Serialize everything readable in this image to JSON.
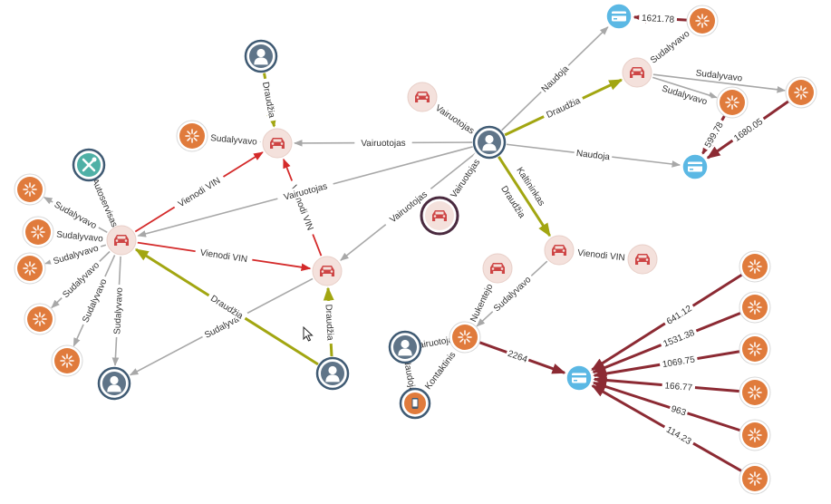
{
  "colors": {
    "person": "#3f5a73",
    "car": "#ce4545",
    "car_bg": "#f4e1dc",
    "event": "#e07b3c",
    "card": "#5bb8e4",
    "phone": "#e07b3c",
    "service": "#4fb0a6",
    "edge_gray": "#a8a8a8",
    "edge_red": "#d42a2a",
    "edge_olive": "#a2a611",
    "edge_maroon": "#8c2a33"
  },
  "node_types": {
    "person": "person-icon",
    "car": "car-icon",
    "event": "accident-event-icon",
    "card": "payment-card-icon",
    "phone": "phone-icon",
    "service": "wrench-icon"
  },
  "nodes": [
    {
      "id": "p_top",
      "type": "person"
    },
    {
      "id": "car_mid",
      "type": "car"
    },
    {
      "id": "ev_mid",
      "type": "event"
    },
    {
      "id": "svc",
      "type": "service"
    },
    {
      "id": "car_left",
      "type": "car"
    },
    {
      "id": "ev_l1",
      "type": "event"
    },
    {
      "id": "ev_l2",
      "type": "event"
    },
    {
      "id": "ev_l3",
      "type": "event"
    },
    {
      "id": "ev_l4",
      "type": "event"
    },
    {
      "id": "ev_l5",
      "type": "event"
    },
    {
      "id": "p_bl",
      "type": "person"
    },
    {
      "id": "car_center",
      "type": "car"
    },
    {
      "id": "p_bottom",
      "type": "person"
    },
    {
      "id": "hub",
      "type": "person"
    },
    {
      "id": "car_hubleft",
      "type": "car"
    },
    {
      "id": "car_dark",
      "type": "car"
    },
    {
      "id": "card_top",
      "type": "card"
    },
    {
      "id": "ev_tr",
      "type": "event"
    },
    {
      "id": "car_tr",
      "type": "car"
    },
    {
      "id": "ev_r1",
      "type": "event"
    },
    {
      "id": "ev_r2",
      "type": "event"
    },
    {
      "id": "card_r",
      "type": "card"
    },
    {
      "id": "car_r",
      "type": "car"
    },
    {
      "id": "car_far",
      "type": "car"
    },
    {
      "id": "car_bc",
      "type": "car"
    },
    {
      "id": "ev_bc",
      "type": "event"
    },
    {
      "id": "p_bc",
      "type": "person"
    },
    {
      "id": "phone_bc",
      "type": "phone"
    },
    {
      "id": "card_bc",
      "type": "card"
    },
    {
      "id": "ev_br1",
      "type": "event"
    },
    {
      "id": "ev_br2",
      "type": "event"
    },
    {
      "id": "ev_br3",
      "type": "event"
    },
    {
      "id": "ev_br4",
      "type": "event"
    },
    {
      "id": "ev_br5",
      "type": "event"
    },
    {
      "id": "ev_br6",
      "type": "event"
    }
  ],
  "edges": [
    {
      "from": "p_top",
      "to": "car_mid",
      "label": "Draudžia",
      "kind": "olive"
    },
    {
      "from": "ev_mid",
      "to": "car_mid",
      "label": "Sudalyvavo",
      "kind": "gray"
    },
    {
      "from": "hub",
      "to": "car_mid",
      "label": "Vairuotojas",
      "kind": "gray"
    },
    {
      "from": "car_left",
      "to": "car_mid",
      "label": "Vienodi VIN",
      "kind": "red"
    },
    {
      "from": "car_center",
      "to": "car_mid",
      "label": "Vienodi VIN",
      "kind": "red"
    },
    {
      "from": "car_left",
      "to": "car_center",
      "label": "Vienodi VIN",
      "kind": "red"
    },
    {
      "from": "hub",
      "to": "car_left",
      "label": "Vairuotojas",
      "kind": "gray"
    },
    {
      "from": "svc",
      "to": "car_left",
      "label": "Autoservisas",
      "kind": "gray"
    },
    {
      "from": "car_left",
      "to": "ev_l1",
      "label": "Sudalyvavo",
      "kind": "gray"
    },
    {
      "from": "car_left",
      "to": "ev_l2",
      "label": "Sudalyvavo",
      "kind": "gray"
    },
    {
      "from": "car_left",
      "to": "ev_l3",
      "label": "Sudalyvavo",
      "kind": "gray"
    },
    {
      "from": "car_left",
      "to": "ev_l4",
      "label": "Sudalyvavo",
      "kind": "gray"
    },
    {
      "from": "car_left",
      "to": "ev_l5",
      "label": "Sudalyvavo",
      "kind": "gray"
    },
    {
      "from": "car_left",
      "to": "p_bl",
      "label": "Sudalyvavo",
      "kind": "gray"
    },
    {
      "from": "car_center",
      "to": "p_bl",
      "label": "Sudalyva",
      "kind": "gray"
    },
    {
      "from": "p_bottom",
      "to": "car_left",
      "label": "Draudžia",
      "kind": "olive"
    },
    {
      "from": "p_bottom",
      "to": "car_center",
      "label": "Draudžia",
      "kind": "olive"
    },
    {
      "from": "hub",
      "to": "car_center",
      "label": "Vairuotojas",
      "kind": "gray"
    },
    {
      "from": "car_hubleft",
      "to": "hub",
      "label": "Vairuotojas",
      "kind": "gray"
    },
    {
      "from": "car_dark",
      "to": "hub",
      "label": "Vairuotojas",
      "kind": "gray"
    },
    {
      "from": "hub",
      "to": "card_top",
      "label": "Naudoja",
      "kind": "gray"
    },
    {
      "from": "hub",
      "to": "car_tr",
      "label": "Draudžia",
      "kind": "olive"
    },
    {
      "from": "hub",
      "to": "card_r",
      "label": "Naudoja",
      "kind": "gray"
    },
    {
      "from": "hub",
      "to": "car_r",
      "label": "Kaltininkas",
      "kind": "gray"
    },
    {
      "from": "hub",
      "to": "car_r",
      "label": "Draudžia",
      "kind": "olive"
    },
    {
      "from": "ev_tr",
      "to": "card_top",
      "label": "1621.78",
      "kind": "maroon"
    },
    {
      "from": "car_tr",
      "to": "ev_tr",
      "label": "Sudalyvavo",
      "kind": "gray"
    },
    {
      "from": "car_tr",
      "to": "ev_r1",
      "label": "Sudalyvavo",
      "kind": "gray"
    },
    {
      "from": "car_tr",
      "to": "ev_r2",
      "label": "Sudalyvavo",
      "kind": "gray"
    },
    {
      "from": "ev_r2",
      "to": "card_r",
      "label": "599.78",
      "kind": "maroon"
    },
    {
      "from": "ev_r1",
      "to": "card_r",
      "label": "1680.05",
      "kind": "maroon"
    },
    {
      "from": "car_far",
      "to": "car_r",
      "label": "Vienodi VIN",
      "kind": "red"
    },
    {
      "from": "car_r",
      "to": "ev_bc",
      "label": "Sudalyvavo",
      "kind": "gray"
    },
    {
      "from": "car_bc",
      "to": "ev_bc",
      "label": "Nukentejo",
      "kind": "gray"
    },
    {
      "from": "p_bc",
      "to": "ev_bc",
      "label": "Vairuotojas",
      "kind": "gray"
    },
    {
      "from": "p_bc",
      "to": "phone_bc",
      "label": "Naudoja",
      "kind": "gray"
    },
    {
      "from": "phone_bc",
      "to": "ev_bc",
      "label": "Kontaktinis",
      "kind": "gray"
    },
    {
      "from": "ev_bc",
      "to": "card_bc",
      "label": "2264",
      "kind": "maroon"
    },
    {
      "from": "ev_br1",
      "to": "card_bc",
      "label": "641.12",
      "kind": "maroon"
    },
    {
      "from": "ev_br2",
      "to": "card_bc",
      "label": "1531.38",
      "kind": "maroon"
    },
    {
      "from": "ev_br3",
      "to": "card_bc",
      "label": "1069.75",
      "kind": "maroon"
    },
    {
      "from": "ev_br4",
      "to": "card_bc",
      "label": "166.77",
      "kind": "maroon"
    },
    {
      "from": "ev_br5",
      "to": "card_bc",
      "label": "963",
      "kind": "maroon"
    },
    {
      "from": "ev_br6",
      "to": "card_bc",
      "label": "114.23",
      "kind": "maroon"
    }
  ]
}
